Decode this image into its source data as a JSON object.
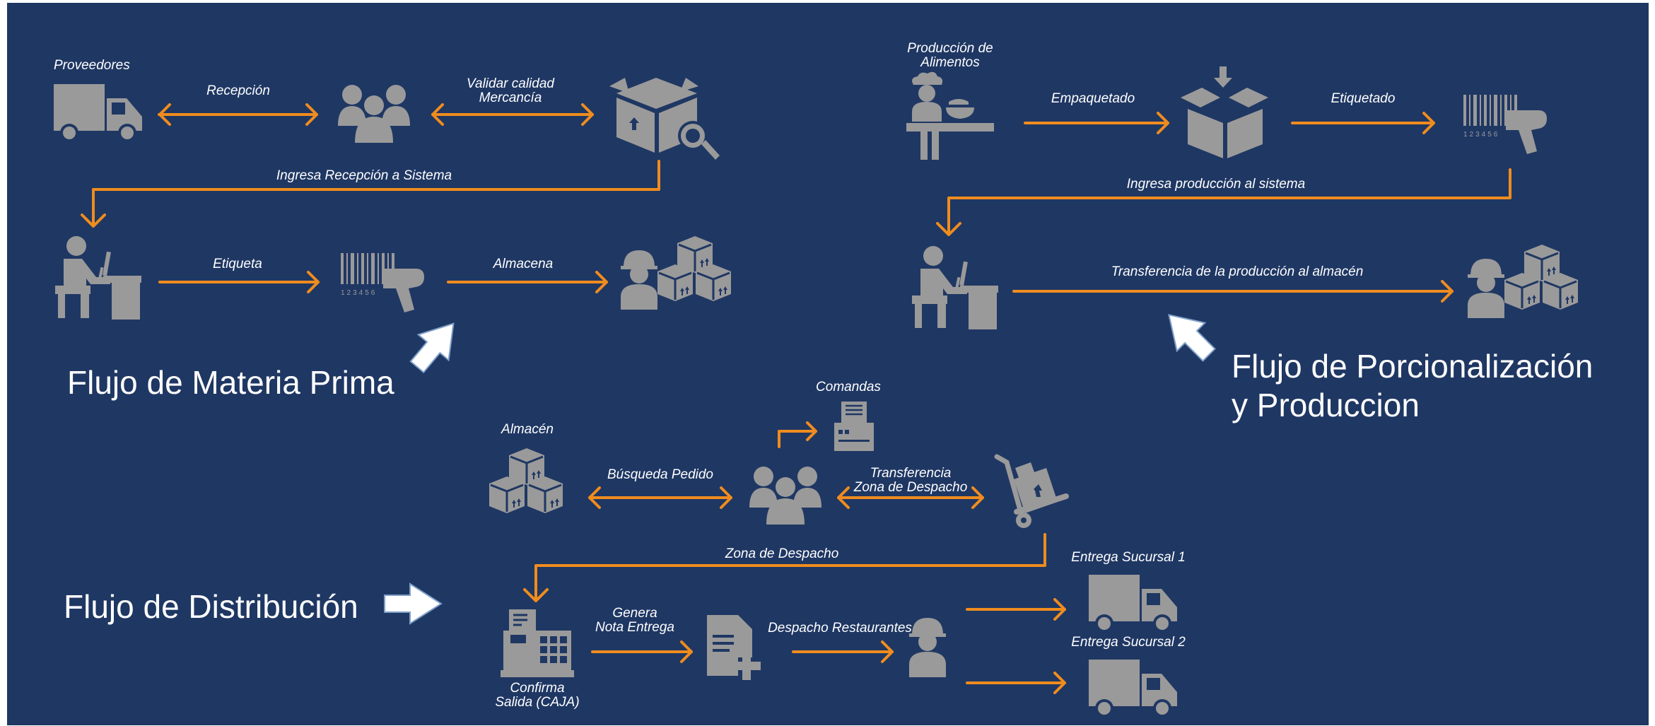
{
  "colors": {
    "background": "#1f3763",
    "arrow": "#f08c1e",
    "icon": "#9a9a9a",
    "text": "#ffffff"
  },
  "titles": {
    "materia_prima": "Flujo de Materia Prima",
    "porcionalizacion_line1": "Flujo de Porcionalización",
    "porcionalizacion_line2": "y Produccion",
    "distribucion": "Flujo de Distribución"
  },
  "materia_prima": {
    "proveedores": "Proveedores",
    "recepcion": "Recepción",
    "validar_line1": "Validar calidad",
    "validar_line2": "Mercancía",
    "ingresa_sistema": "Ingresa Recepción a Sistema",
    "etiqueta": "Etiqueta",
    "almacena": "Almacena"
  },
  "produccion": {
    "produccion_line1": "Producción de",
    "produccion_line2": "Alimentos",
    "empaquetado": "Empaquetado",
    "etiquetado": "Etiquetado",
    "ingresa_sistema": "Ingresa producción al sistema",
    "transferencia": "Transferencia de la producción al almacén"
  },
  "distribucion": {
    "almacen": "Almacén",
    "comandas": "Comandas",
    "busqueda": "Búsqueda Pedido",
    "transferencia_line1": "Transferencia",
    "transferencia_line2": "Zona de Despacho",
    "zona_despacho": "Zona de Despacho",
    "genera_line1": "Genera",
    "genera_line2": "Nota Entrega",
    "despacho": "Despacho Restaurantes",
    "confirma_line1": "Confirma",
    "confirma_line2": "Salida (CAJA)",
    "sucursal1": "Entrega Sucursal 1",
    "sucursal2": "Entrega Sucursal 2"
  },
  "barcode_digits": "123456",
  "icons": [
    "truck-icon",
    "people-icon",
    "box-search-icon",
    "desk-worker-icon",
    "barcode-scanner-icon",
    "worker-boxes-icon",
    "chef-icon",
    "open-box-icon",
    "printer-icon",
    "hand-truck-icon",
    "cash-register-icon",
    "document-add-icon",
    "worker-icon",
    "block-arrow-icon"
  ]
}
